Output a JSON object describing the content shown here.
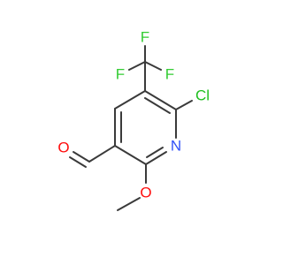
{
  "molecule": {
    "atoms": {
      "F_top": "F",
      "F_left": "F",
      "F_right": "F",
      "Cl": "Cl",
      "N": "N",
      "O_aldehyde": "O",
      "O_methoxy": "O"
    },
    "colors": {
      "bond": "#3a3a3a",
      "fluorine": "#33cc33",
      "chlorine": "#1fbf1f",
      "nitrogen": "#3050f8",
      "oxygen": "#ff0d0d"
    }
  }
}
